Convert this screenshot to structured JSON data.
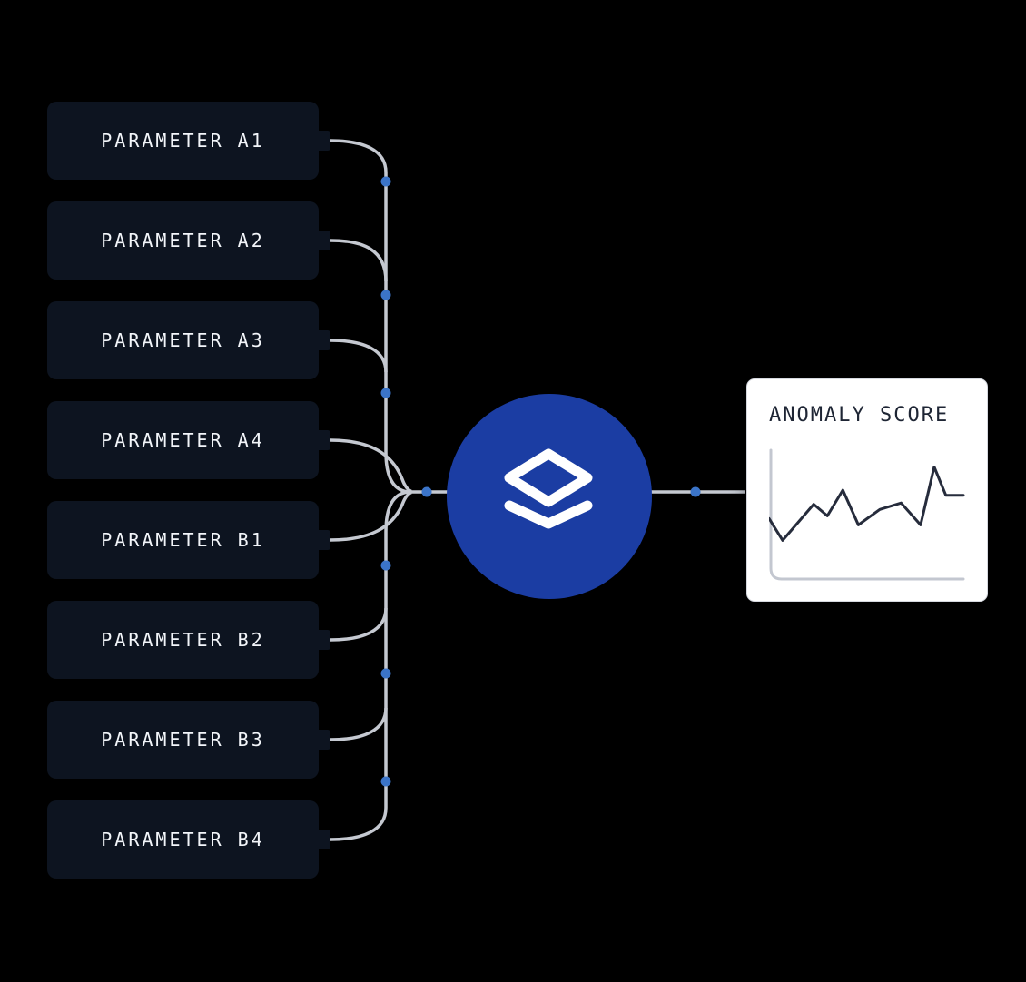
{
  "diagram": {
    "parameters": [
      "PARAMETER A1",
      "PARAMETER A2",
      "PARAMETER A3",
      "PARAMETER A4",
      "PARAMETER B1",
      "PARAMETER B2",
      "PARAMETER B3",
      "PARAMETER B4"
    ],
    "hub": {
      "icon": "layers-icon"
    },
    "output_card": {
      "title": "ANOMALY SCORE"
    }
  },
  "chart_data": {
    "type": "line",
    "title": "ANOMALY SCORE",
    "xlabel": "",
    "ylabel": "",
    "x_pct": [
      0,
      7,
      23,
      30,
      38,
      46,
      57,
      68,
      78,
      85,
      91,
      100
    ],
    "values": [
      47,
      30,
      58,
      49,
      69,
      42,
      54,
      59,
      42,
      87,
      65,
      65
    ],
    "ylim": [
      0,
      100
    ],
    "grid": false,
    "legend": "none",
    "axes_style": "bare L-shaped axis, no ticks or tick labels"
  },
  "colors": {
    "background": "#000000",
    "box_fill": "#0d1420",
    "box_text": "#f2f5f9",
    "wire": "#c5c9d1",
    "node_dot": "#3b74c8",
    "hub_fill": "#1b3da3",
    "hub_icon": "#ffffff",
    "card_bg": "#ffffff",
    "card_border": "#d5d8df",
    "card_title": "#1e2534",
    "chart_line": "#262c3c",
    "chart_axis": "#c3c7d0"
  }
}
